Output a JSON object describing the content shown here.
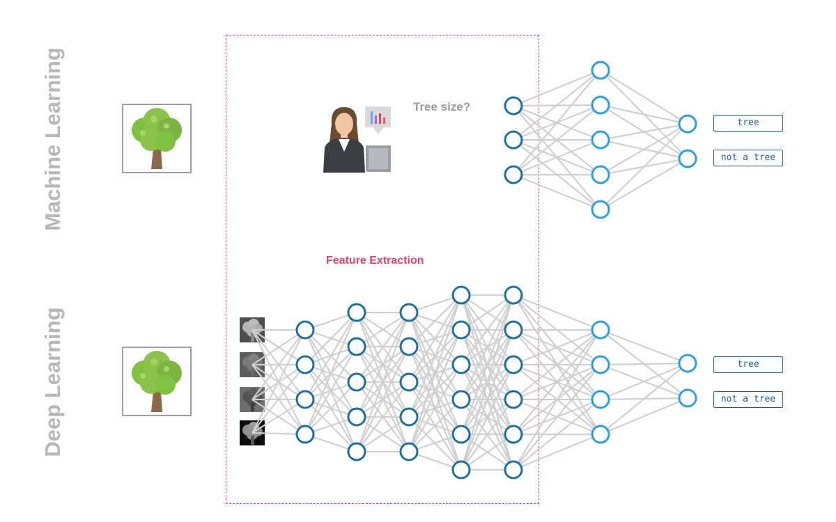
{
  "labels": {
    "machine_learning": "Machine Learning",
    "deep_learning": "Deep Learning",
    "feature_extraction": "Feature Extraction",
    "tree_size_question": "Tree size?"
  },
  "machine_learning": {
    "outputs": [
      "tree",
      "not a tree"
    ]
  },
  "deep_learning": {
    "outputs": [
      "tree",
      "not a tree"
    ]
  },
  "icons": {
    "input_tree": "tree-icon",
    "person": "businesswoman-icon",
    "chart": "bar-chart-icon",
    "laptop": "laptop-icon",
    "thumbnails": "grayscale-tree-thumbnail-icon"
  },
  "colors": {
    "accent": "#e0436b",
    "node_dark": "#1f6f9a",
    "node_light": "#2d9ee0",
    "edge": "#cfcfcf",
    "label_gray": "#b7b7b7"
  }
}
